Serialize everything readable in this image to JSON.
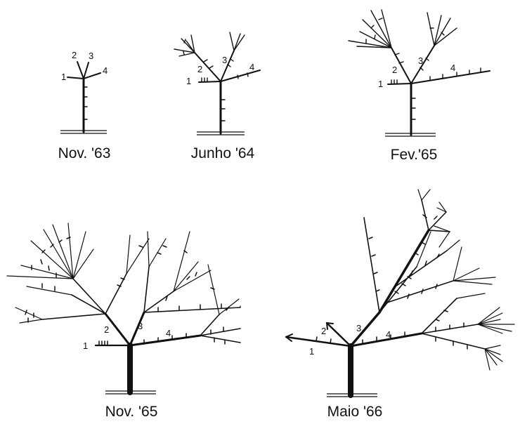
{
  "panels": [
    {
      "caption": "Nov. '63",
      "branch_labels": [
        "1",
        "2",
        "3",
        "4"
      ]
    },
    {
      "caption": "Junho '64",
      "branch_labels": [
        "1",
        "2",
        "3",
        "4"
      ]
    },
    {
      "caption": "Fev.'65",
      "branch_labels": [
        "1",
        "2",
        "3",
        "4"
      ]
    },
    {
      "caption": "Nov. '65",
      "branch_labels": [
        "1",
        "2",
        "3",
        "4"
      ]
    },
    {
      "caption": "Maio '66",
      "branch_labels": [
        "1",
        "2",
        "3",
        "4"
      ]
    }
  ],
  "colors": {
    "ink": "#111111",
    "background": "#ffffff"
  }
}
